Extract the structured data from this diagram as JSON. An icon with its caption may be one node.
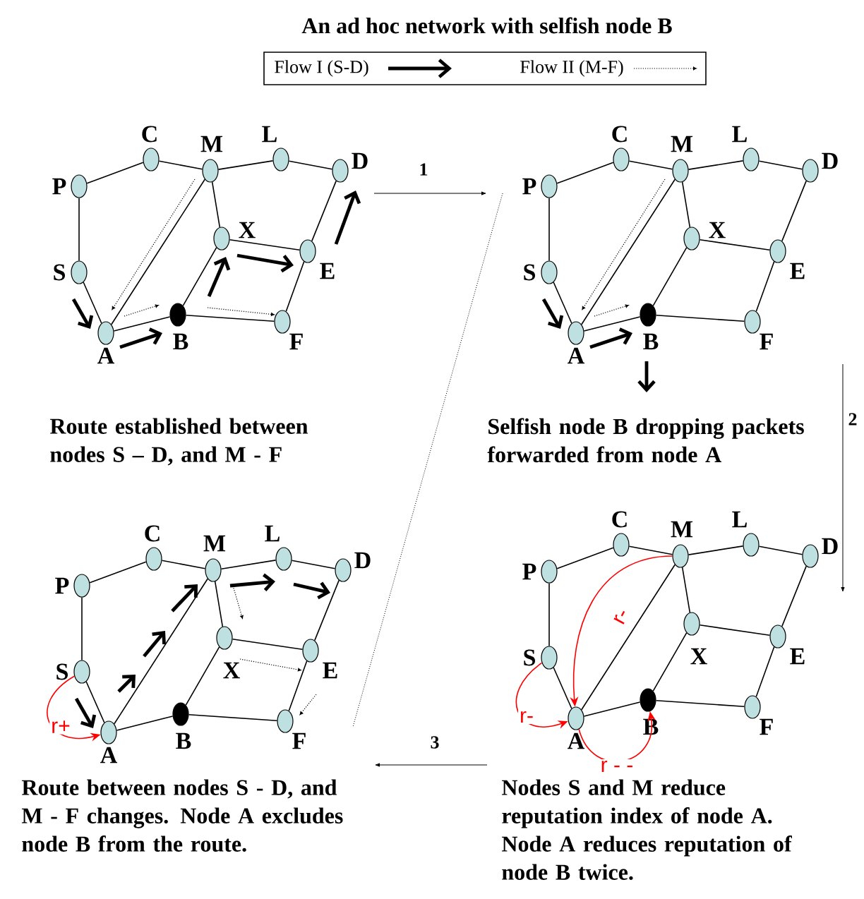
{
  "diagram": {
    "title": "An ad hoc network with selfish node B",
    "nodes": [
      {
        "text": [
          "P"
        ]
      },
      {
        "text": [
          "C"
        ]
      },
      {
        "text": [
          "M"
        ]
      },
      {
        "text": [
          "L"
        ]
      },
      {
        "text": [
          "D"
        ]
      },
      {
        "text": [
          "S"
        ]
      },
      {
        "text": [
          "X"
        ]
      },
      {
        "text": [
          "E"
        ]
      },
      {
        "text": [
          "A"
        ]
      },
      {
        "text": [
          "B"
        ]
      },
      {
        "text": [
          "F"
        ]
      },
      {
        "text": [
          "P"
        ]
      },
      {
        "text": [
          "C"
        ]
      },
      {
        "text": [
          "M"
        ]
      },
      {
        "text": [
          "L"
        ]
      },
      {
        "text": [
          "D"
        ]
      },
      {
        "text": [
          "S"
        ]
      },
      {
        "text": [
          "X"
        ]
      },
      {
        "text": [
          "E"
        ]
      },
      {
        "text": [
          "A"
        ]
      },
      {
        "text": [
          "B"
        ]
      },
      {
        "text": [
          "F"
        ]
      },
      {
        "text": [
          "P"
        ]
      },
      {
        "text": [
          "C"
        ]
      },
      {
        "text": [
          "M"
        ]
      },
      {
        "text": [
          "L"
        ]
      },
      {
        "text": [
          "D"
        ]
      },
      {
        "text": [
          "S"
        ]
      },
      {
        "text": [
          "X"
        ]
      },
      {
        "text": [
          "E"
        ]
      },
      {
        "text": [
          "A"
        ]
      },
      {
        "text": [
          "B"
        ]
      },
      {
        "text": [
          "F"
        ]
      },
      {
        "text": [
          "P"
        ]
      },
      {
        "text": [
          "C"
        ]
      },
      {
        "text": [
          "M"
        ]
      },
      {
        "text": [
          "L"
        ]
      },
      {
        "text": [
          "D"
        ]
      },
      {
        "text": [
          "S"
        ]
      },
      {
        "text": [
          "X"
        ]
      },
      {
        "text": [
          "E"
        ]
      },
      {
        "text": [
          "A"
        ]
      },
      {
        "text": [
          "B"
        ]
      },
      {
        "text": [
          "F"
        ]
      }
    ],
    "edges": [
      {
        "from": 0,
        "to": 1,
        "arrow": "none"
      },
      {
        "from": 1,
        "to": 2,
        "arrow": "none"
      },
      {
        "from": 2,
        "to": 3,
        "arrow": "none"
      },
      {
        "from": 3,
        "to": 4,
        "arrow": "none"
      },
      {
        "from": 0,
        "to": 5,
        "arrow": "none"
      },
      {
        "from": 5,
        "to": 8,
        "arrow": "none"
      },
      {
        "from": 8,
        "to": 9,
        "arrow": "none"
      },
      {
        "from": 9,
        "to": 10,
        "arrow": "none"
      },
      {
        "from": 10,
        "to": 7,
        "arrow": "none"
      },
      {
        "from": 7,
        "to": 4,
        "arrow": "none"
      },
      {
        "from": 2,
        "to": 6,
        "arrow": "none"
      },
      {
        "from": 6,
        "to": 7,
        "arrow": "none"
      },
      {
        "from": 6,
        "to": 9,
        "arrow": "none"
      },
      {
        "from": 2,
        "to": 8,
        "arrow": "none"
      },
      {
        "from": 11,
        "to": 12,
        "arrow": "none"
      },
      {
        "from": 12,
        "to": 13,
        "arrow": "none"
      },
      {
        "from": 13,
        "to": 14,
        "arrow": "none"
      },
      {
        "from": 14,
        "to": 15,
        "arrow": "none"
      },
      {
        "from": 11,
        "to": 16,
        "arrow": "none"
      },
      {
        "from": 16,
        "to": 19,
        "arrow": "none"
      },
      {
        "from": 19,
        "to": 20,
        "arrow": "none"
      },
      {
        "from": 20,
        "to": 21,
        "arrow": "none"
      },
      {
        "from": 21,
        "to": 18,
        "arrow": "none"
      },
      {
        "from": 18,
        "to": 15,
        "arrow": "none"
      },
      {
        "from": 13,
        "to": 17,
        "arrow": "none"
      },
      {
        "from": 17,
        "to": 18,
        "arrow": "none"
      },
      {
        "from": 17,
        "to": 20,
        "arrow": "none"
      },
      {
        "from": 13,
        "to": 19,
        "arrow": "none"
      },
      {
        "from": 22,
        "to": 23,
        "arrow": "none"
      },
      {
        "from": 23,
        "to": 24,
        "arrow": "none"
      },
      {
        "from": 24,
        "to": 25,
        "arrow": "none"
      },
      {
        "from": 25,
        "to": 26,
        "arrow": "none"
      },
      {
        "from": 22,
        "to": 27,
        "arrow": "none"
      },
      {
        "from": 27,
        "to": 30,
        "arrow": "none"
      },
      {
        "from": 30,
        "to": 31,
        "arrow": "none"
      },
      {
        "from": 31,
        "to": 32,
        "arrow": "none"
      },
      {
        "from": 32,
        "to": 29,
        "arrow": "none"
      },
      {
        "from": 29,
        "to": 26,
        "arrow": "none"
      },
      {
        "from": 24,
        "to": 28,
        "arrow": "none"
      },
      {
        "from": 28,
        "to": 29,
        "arrow": "none"
      },
      {
        "from": 28,
        "to": 31,
        "arrow": "none"
      },
      {
        "from": 24,
        "to": 30,
        "arrow": "none"
      },
      {
        "from": 33,
        "to": 34,
        "arrow": "none"
      },
      {
        "from": 34,
        "to": 35,
        "arrow": "none"
      },
      {
        "from": 35,
        "to": 36,
        "arrow": "none"
      },
      {
        "from": 36,
        "to": 37,
        "arrow": "none"
      },
      {
        "from": 33,
        "to": 38,
        "arrow": "none"
      },
      {
        "from": 38,
        "to": 41,
        "arrow": "none"
      },
      {
        "from": 41,
        "to": 42,
        "arrow": "none"
      },
      {
        "from": 42,
        "to": 43,
        "arrow": "none"
      },
      {
        "from": 43,
        "to": 40,
        "arrow": "none"
      },
      {
        "from": 40,
        "to": 37,
        "arrow": "none"
      },
      {
        "from": 35,
        "to": 39,
        "arrow": "none"
      },
      {
        "from": 39,
        "to": 40,
        "arrow": "none"
      },
      {
        "from": 39,
        "to": 42,
        "arrow": "none"
      },
      {
        "from": 35,
        "to": 41,
        "arrow": "none"
      },
      {
        "from": 27,
        "to": 30,
        "arrow": "to",
        "label": "r+",
        "color": "#ff0000"
      },
      {
        "from": 35,
        "to": 41,
        "arrow": "to",
        "label": "r-",
        "color": "#ff0000"
      },
      {
        "from": 38,
        "to": 41,
        "arrow": "to",
        "label": "r-",
        "color": "#ff0000"
      },
      {
        "from": 41,
        "to": 42,
        "arrow": "to",
        "label": "r - -",
        "color": "#ff0000"
      }
    ],
    "labels": [
      "1",
      "Route established between nodes S – D, and M - F",
      "2",
      "Selfish node B dropping packets forwarded from node A",
      "3",
      "Route between nodes S - D, and M - F changes. Node A excludes node B from the route.",
      "Nodes S and M reduce reputation index of node A. Node A reduces reputation of node B twice."
    ],
    "legend": [
      {
        "text": "Flow I (S-D)"
      },
      {
        "text": "Flow II (M-F)"
      }
    ]
  }
}
